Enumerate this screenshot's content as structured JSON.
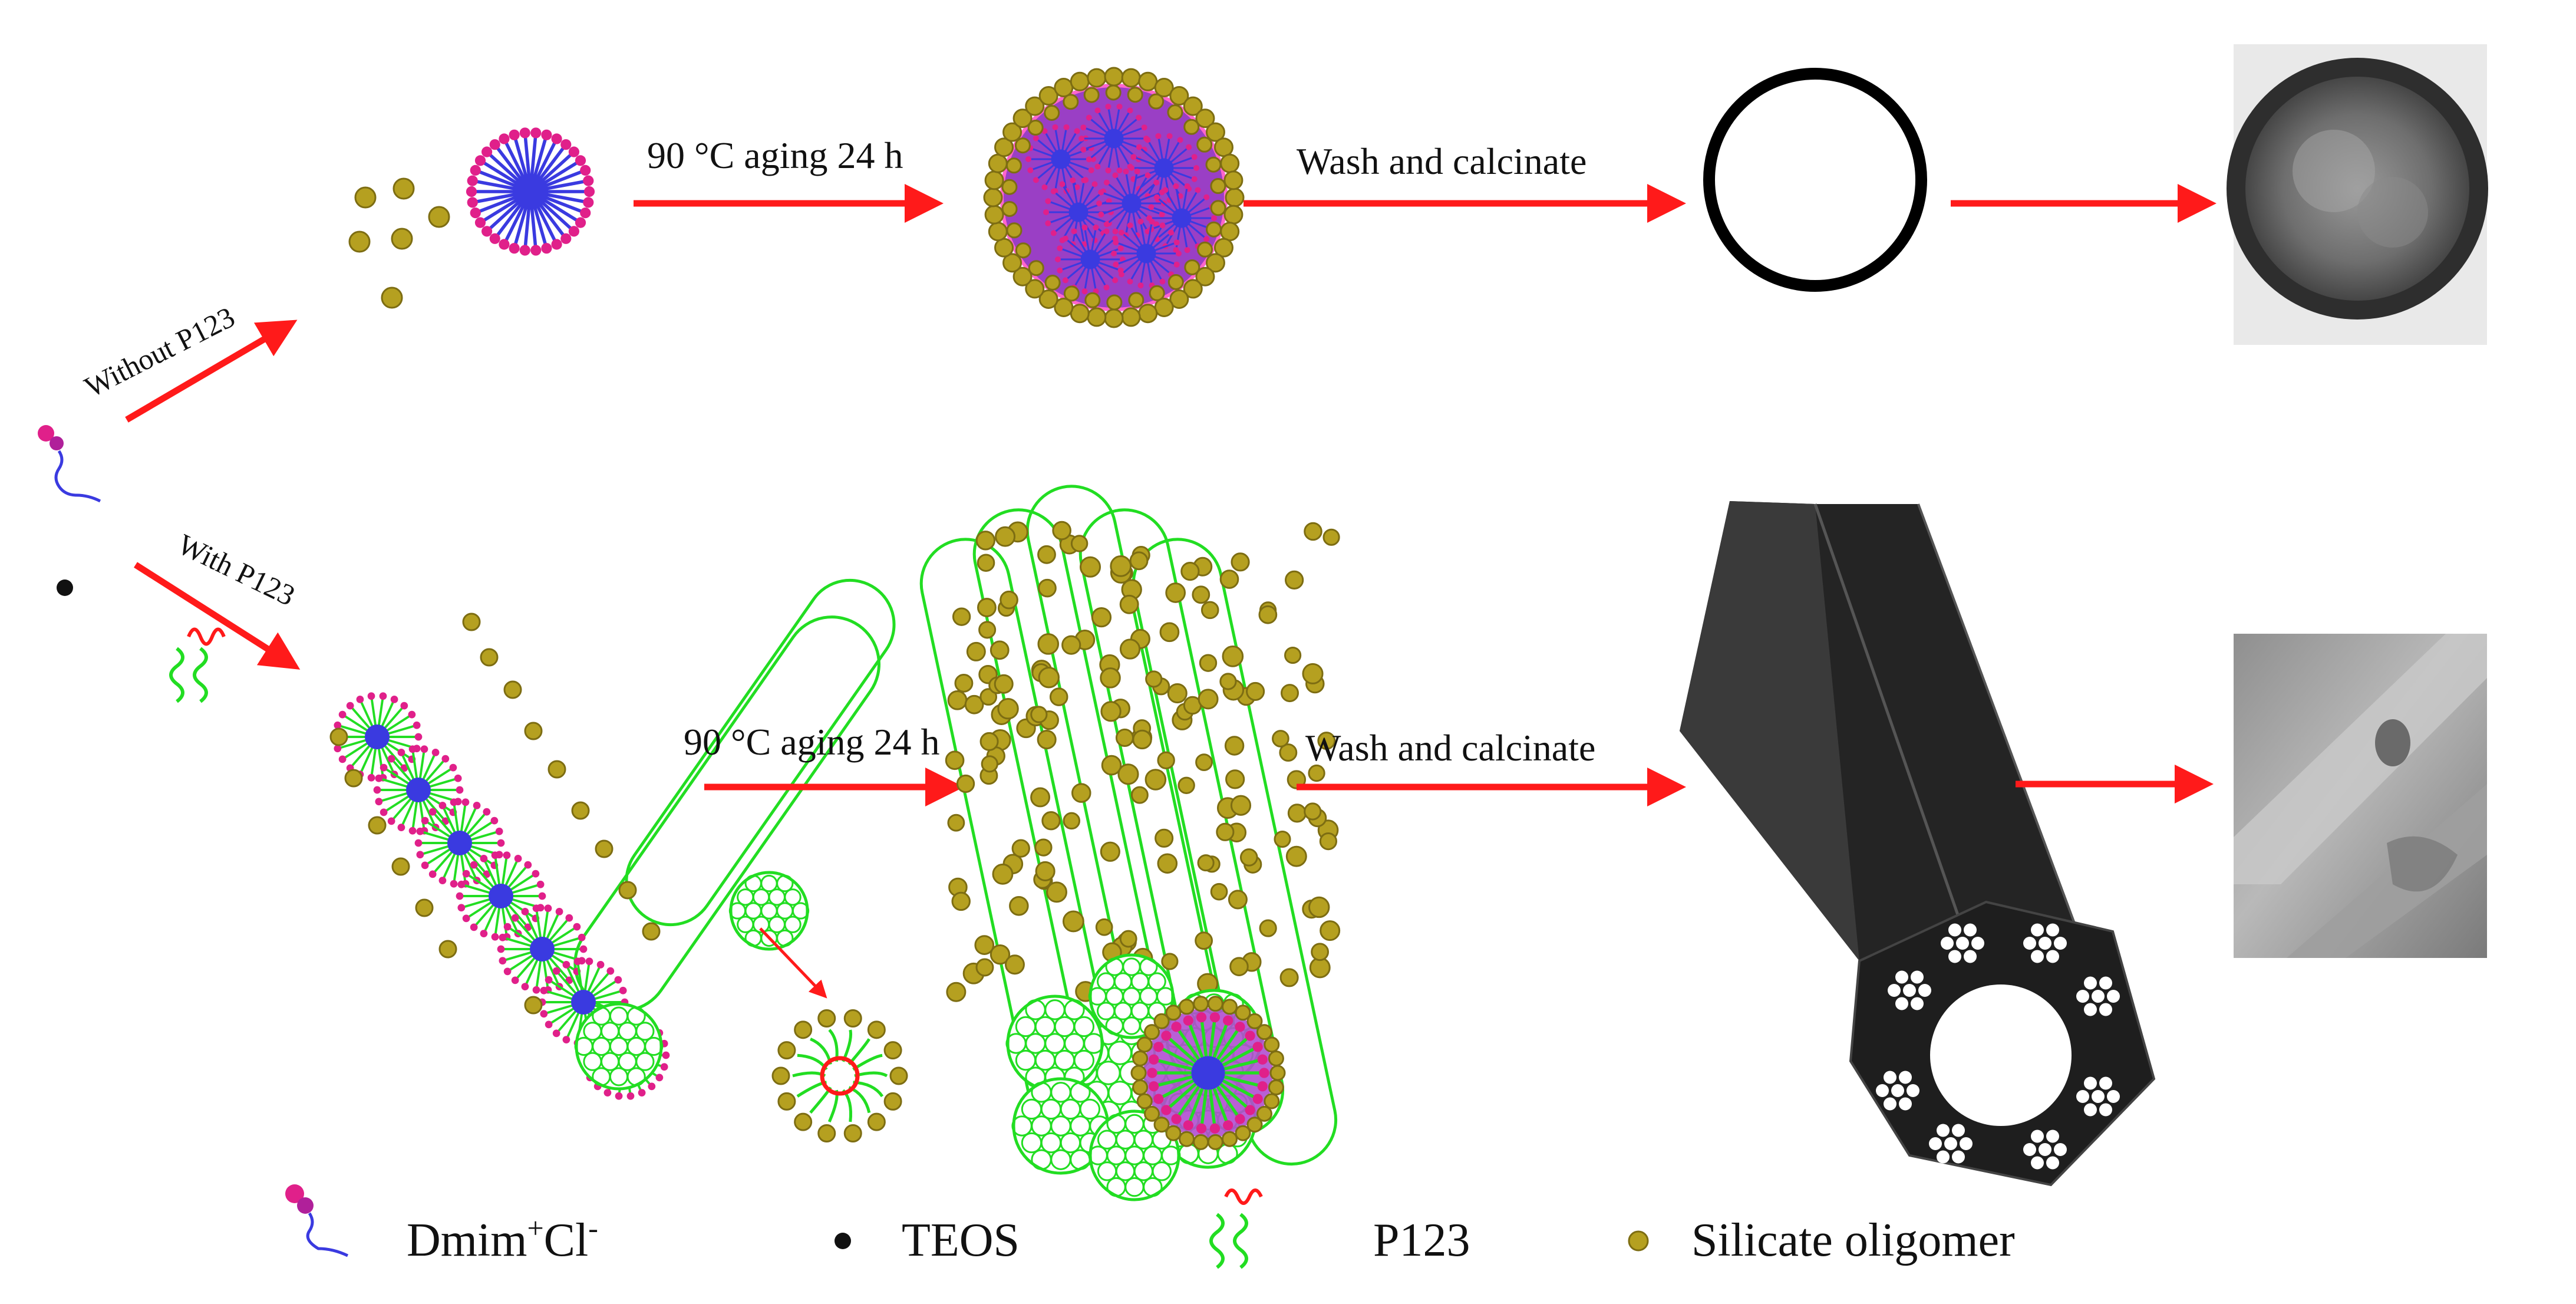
{
  "diagram": {
    "top_branch_label": "Without P123",
    "bottom_branch_label": "With P123",
    "top_step1_label": "90 °C aging 24 h",
    "top_step2_label": "Wash and calcinate",
    "bottom_step1_label": "90 °C aging 24 h",
    "bottom_step2_label": "Wash and calcinate"
  },
  "legend": {
    "dmim_base": "Dmim",
    "dmim_sup1": "+",
    "dmim_mid": "Cl",
    "dmim_sup2": "-",
    "teos": "TEOS",
    "p123": "P123",
    "silicate": "Silicate oligomer"
  },
  "colors": {
    "arrow": "#ff1a1a",
    "silicate": "#b5a020",
    "silicate_stroke": "#7d6d12",
    "template_green": "#22dd22",
    "surfactant_blue": "#3a3ae0",
    "surfactant_pink": "#e0208a",
    "rod_dark": "#2a2a2a",
    "tem_gray": "#777777"
  },
  "icons": [
    "dmim-molecule-icon",
    "teos-icon",
    "p123-icon",
    "silicate-oligomer-icon"
  ]
}
